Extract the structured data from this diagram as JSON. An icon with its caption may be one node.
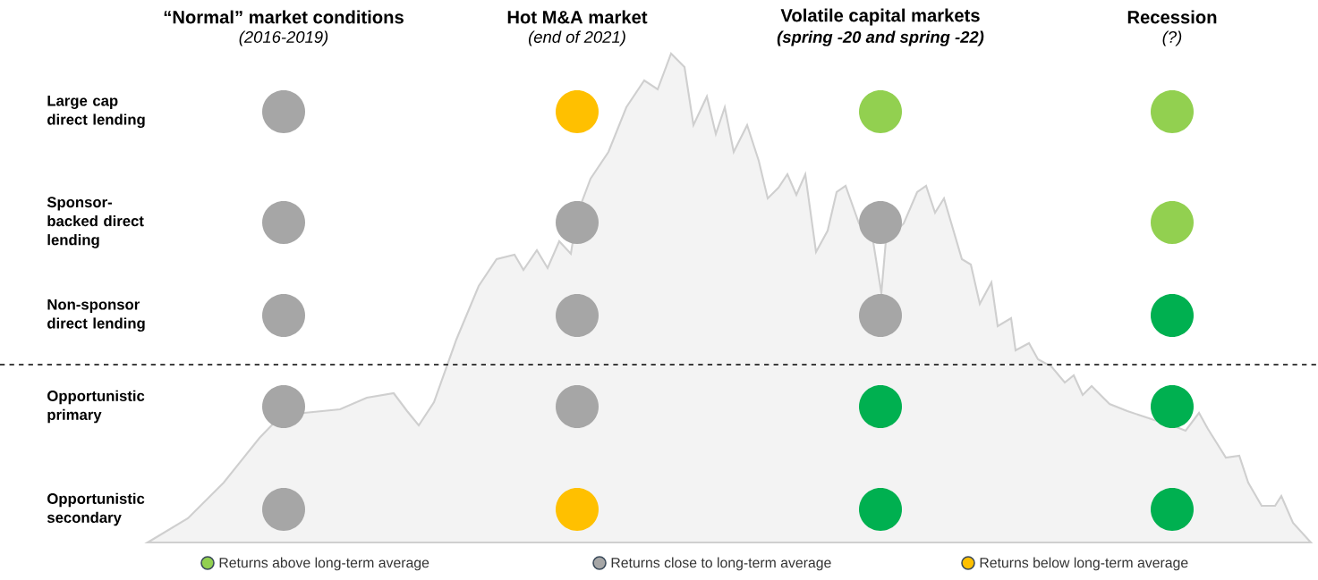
{
  "diagram": {
    "nodes": [
      {
        "text": [],
        "shape": "circle"
      },
      {
        "text": [],
        "shape": "circle"
      },
      {
        "text": [],
        "shape": "circle"
      },
      {
        "text": [],
        "shape": "circle"
      },
      {
        "text": [],
        "shape": "circle"
      },
      {
        "text": [],
        "shape": "circle"
      },
      {
        "text": [],
        "shape": "circle"
      },
      {
        "text": [],
        "shape": "circle"
      },
      {
        "text": [],
        "shape": "circle"
      },
      {
        "text": [],
        "shape": "circle"
      },
      {
        "text": [],
        "shape": "circle"
      },
      {
        "text": [],
        "shape": "circle"
      },
      {
        "text": [],
        "shape": "circle"
      },
      {
        "text": [],
        "shape": "circle"
      },
      {
        "text": [],
        "shape": "circle"
      },
      {
        "text": [],
        "shape": "circle"
      },
      {
        "text": [],
        "shape": "circle"
      },
      {
        "text": [],
        "shape": "circle"
      },
      {
        "text": [],
        "shape": "circle"
      },
      {
        "text": [],
        "shape": "circle"
      }
    ],
    "labels": [
      "“Normal” market conditions",
      "(2016-2019)",
      "Hot M&A market",
      "(end of 2021)",
      "Volatile capital markets",
      "(spring -20 and spring -22)",
      "Recession",
      "(?)",
      "Large cap direct lending",
      "Sponsor-backed direct lending",
      "Non-sponsor direct lending",
      "Opportunistic primary",
      "Opportunistic secondary"
    ],
    "legend": [
      {
        "text": "Returns above long-term average",
        "color": "#92d050"
      },
      {
        "text": "Returns close to long-term average",
        "color": "#a6a6a6"
      },
      {
        "text": "Returns below long-term average",
        "color": "#ffc000"
      }
    ]
  }
}
